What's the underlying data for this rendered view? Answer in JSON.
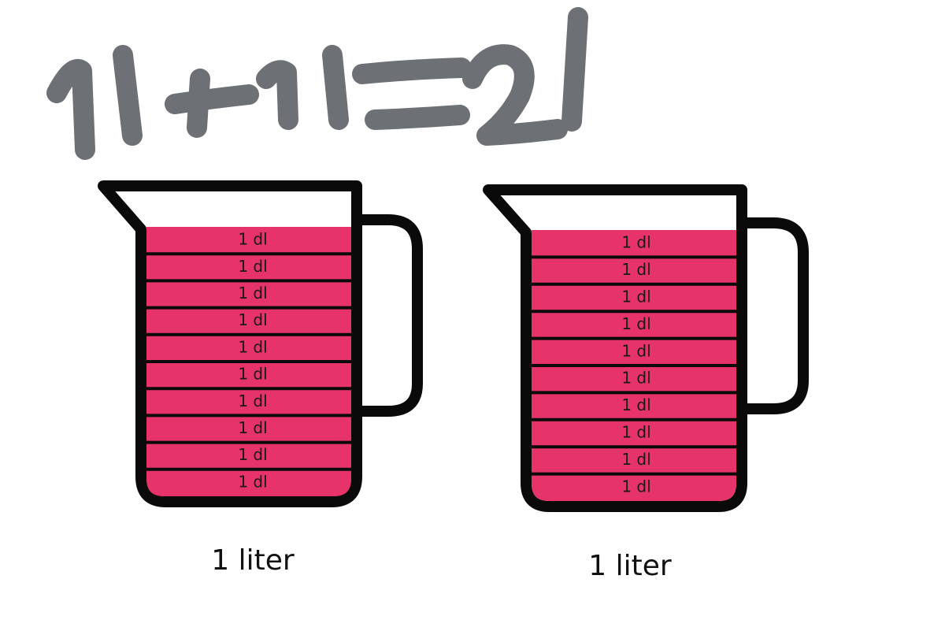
{
  "handwritten_equation": "1l+1l=2l",
  "jugs": [
    {
      "caption": "1 liter",
      "liquid_color": "#e63369",
      "bands": [
        "1 dl",
        "1 dl",
        "1 dl",
        "1 dl",
        "1 dl",
        "1 dl",
        "1 dl",
        "1 dl",
        "1 dl",
        "1 dl"
      ]
    },
    {
      "caption": "1 liter",
      "liquid_color": "#e63369",
      "bands": [
        "1 dl",
        "1 dl",
        "1 dl",
        "1 dl",
        "1 dl",
        "1 dl",
        "1 dl",
        "1 dl",
        "1 dl",
        "1 dl"
      ]
    }
  ],
  "colors": {
    "ink": "#0a0a0a",
    "handwriting": "#6d7175",
    "liquid": "#e63369"
  }
}
